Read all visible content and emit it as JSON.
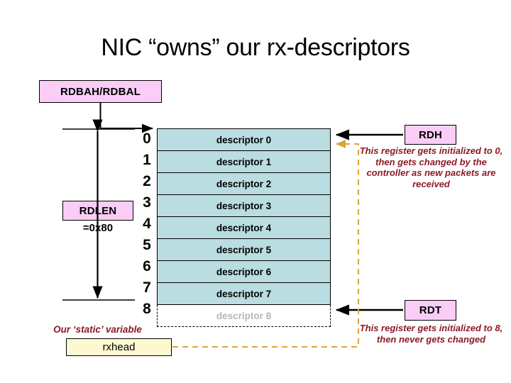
{
  "slide": {
    "title": "NIC “owns” our rx-descriptors",
    "background_color": "#ffffff"
  },
  "colors": {
    "register_box_fill": "#f9cdf5",
    "register_box_border": "#000000",
    "descriptor_cell_fill": "#b9dde0",
    "descriptor_empty_fill": "#ffffff",
    "descriptor_empty_text": "#b6b6b6",
    "variable_box_fill": "#fcf8d0",
    "caption_text": "#8c1a25",
    "dashed_connector": "#d9a441",
    "solid_connector": "#000000"
  },
  "registers": {
    "base_address": {
      "label": "RDBAH/RDBAL"
    },
    "length": {
      "label": "RDLEN",
      "value": "=0x80"
    },
    "head": {
      "label": "RDH",
      "caption": "This register gets initialized to 0, then gets changed by the controller as new packets are received"
    },
    "tail": {
      "label": "RDT",
      "caption": "This register gets initialized to 8, then never gets changed"
    }
  },
  "variable": {
    "caption": "Our ‘static’ variable",
    "label": "rxhead"
  },
  "descriptor_ring": {
    "row_indices": [
      "0",
      "1",
      "2",
      "3",
      "4",
      "5",
      "6",
      "7",
      "8"
    ],
    "rows": [
      {
        "index": "0",
        "label": "descriptor 0",
        "state": "active"
      },
      {
        "index": "1",
        "label": "descriptor 1",
        "state": "active"
      },
      {
        "index": "2",
        "label": "descriptor 2",
        "state": "active"
      },
      {
        "index": "3",
        "label": "descriptor 3",
        "state": "active"
      },
      {
        "index": "4",
        "label": "descriptor 4",
        "state": "active"
      },
      {
        "index": "5",
        "label": "descriptor 5",
        "state": "active"
      },
      {
        "index": "6",
        "label": "descriptor 6",
        "state": "active"
      },
      {
        "index": "7",
        "label": "descriptor 7",
        "state": "active"
      },
      {
        "index": "8",
        "label": "descriptor 8",
        "state": "empty"
      }
    ]
  }
}
